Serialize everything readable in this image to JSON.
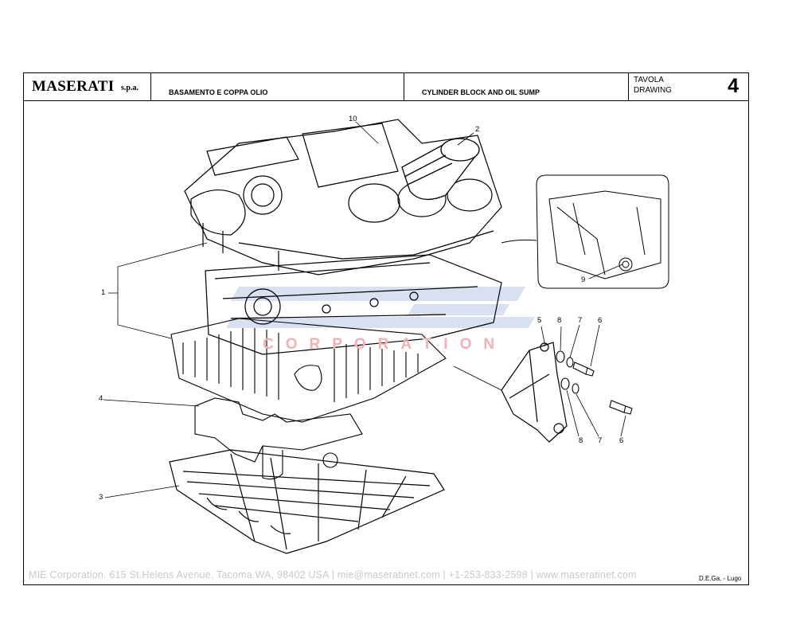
{
  "title_block": {
    "brand": "MASERATI",
    "brand_suffix": "s.p.a.",
    "title_it": "BASAMENTO E COPPA OLIO",
    "title_en": "CYLINDER BLOCK AND OIL SUMP",
    "drawing_label_it": "TAVOLA",
    "drawing_label_en": "DRAWING",
    "drawing_number": "4"
  },
  "callouts": {
    "c10": "10",
    "c2": "2",
    "c1": "1",
    "c9": "9",
    "c5": "5",
    "c8a": "8",
    "c7a": "7",
    "c6a": "6",
    "c4": "4",
    "c3": "3",
    "c8b": "8",
    "c7b": "7",
    "c6b": "6"
  },
  "watermark": {
    "text": "CORPORATION",
    "color": "#e03a44"
  },
  "footer": {
    "contact": "MIE Corporation. 615 St.Helens Avenue, Tacoma WA, 98402 USA  |  mie@maseratinet.com  |  +1-253-833-2598  |  www.maseratinet.com",
    "credit": "D.E.Ga. - Lugo"
  }
}
